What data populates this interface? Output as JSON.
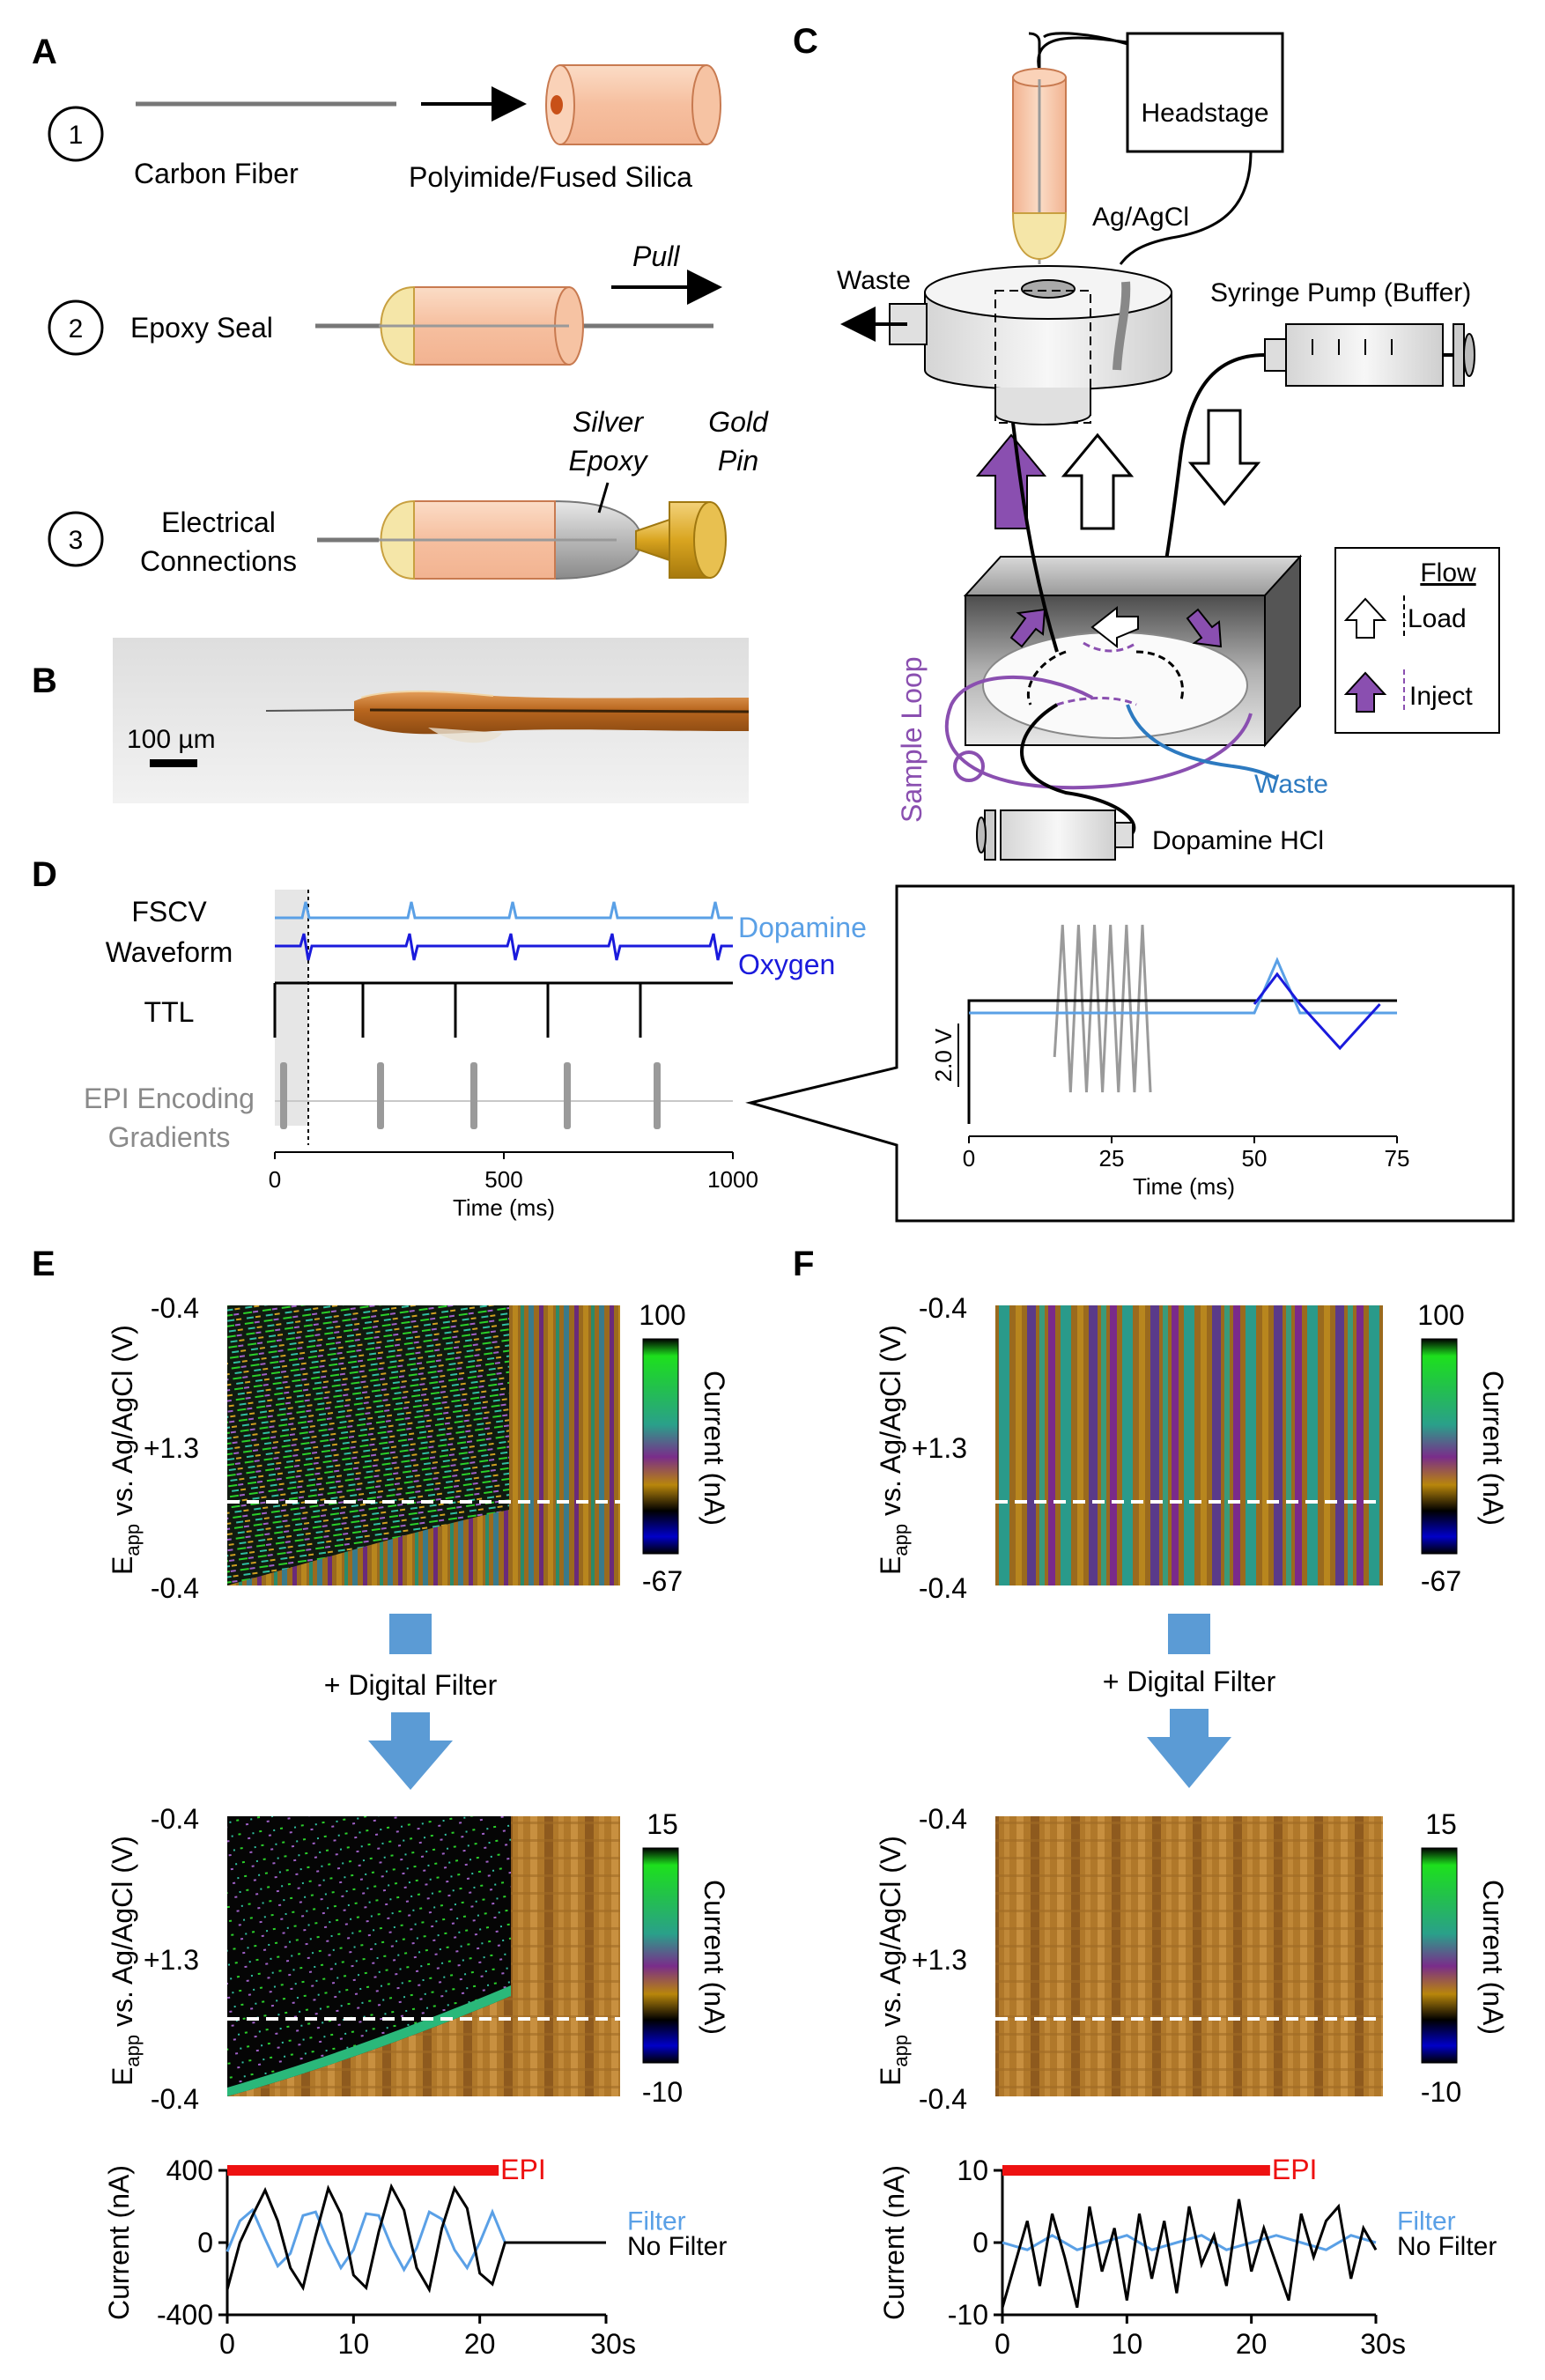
{
  "panels": {
    "A": {
      "label": "A",
      "steps": [
        {
          "number": "1",
          "left": "Carbon Fiber",
          "right": "Polyimide/Fused Silica"
        },
        {
          "number": "2",
          "left": "Epoxy Seal",
          "action": "Pull"
        },
        {
          "number": "3",
          "left_line1": "Electrical",
          "left_line2": "Connections",
          "epoxy_line1": "Silver",
          "epoxy_line2": "Epoxy",
          "pin_line1": "Gold",
          "pin_line2": "Pin"
        }
      ]
    },
    "B": {
      "label": "B",
      "scale_bar": "100 µm"
    },
    "C": {
      "label": "C",
      "headstage": "Headstage",
      "reference": "Ag/AgCl",
      "waste_top": "Waste",
      "syringe_pump": "Syringe Pump (Buffer)",
      "sample_loop": "Sample Loop",
      "waste_bottom": "Waste",
      "dopamine": "Dopamine HCl",
      "legend": {
        "title": "Flow",
        "load": "Load",
        "inject": "Inject"
      }
    },
    "D": {
      "label": "D",
      "row_labels": {
        "fscv_line1": "FSCV",
        "fscv_line2": "Waveform",
        "ttl": "TTL",
        "epi_line1": "EPI Encoding",
        "epi_line2": "Gradients"
      },
      "series_labels": {
        "dopamine": "Dopamine",
        "oxygen": "Oxygen"
      },
      "x_ticks": [
        "0",
        "500",
        "1000"
      ],
      "x_label": "Time (ms)",
      "inset": {
        "x_ticks": [
          "0",
          "25",
          "50",
          "75"
        ],
        "x_label": "Time (ms)",
        "scale_label": "2.0 V"
      }
    },
    "E": {
      "label": "E",
      "top": {
        "y_ticks": [
          "-0.4",
          "+1.3",
          "-0.4"
        ],
        "cbar_max": "100",
        "cbar_min": "-67",
        "cbar_label": "Current (nA)"
      },
      "filter_label": "+ Digital Filter",
      "bottom": {
        "y_ticks": [
          "-0.4",
          "+1.3",
          "-0.4"
        ],
        "cbar_max": "15",
        "cbar_min": "-10",
        "cbar_label": "Current (nA)"
      },
      "y_label": "E",
      "y_label_sub": "app",
      "y_label_rest": " vs. Ag/AgCl (V)"
    },
    "F": {
      "label": "F",
      "top": {
        "y_ticks": [
          "-0.4",
          "+1.3",
          "-0.4"
        ],
        "cbar_max": "100",
        "cbar_min": "-67",
        "cbar_label": "Current (nA)"
      },
      "filter_label": "+ Digital Filter",
      "bottom": {
        "y_ticks": [
          "-0.4",
          "+1.3",
          "-0.4"
        ],
        "cbar_max": "15",
        "cbar_min": "-10",
        "cbar_label": "Current (nA)"
      },
      "y_label": "E",
      "y_label_sub": "app",
      "y_label_rest": " vs. Ag/AgCl (V)"
    }
  },
  "colors": {
    "dopamine": "#5aa0e6",
    "oxygen": "#1a1adc",
    "epi_bar": "#ee1111",
    "tube": "#f6c7a8",
    "tip": "#f5e6a8",
    "gold": "#d9a520",
    "sample_loop": "#8a4fb0",
    "waste_line": "#2d7ac0",
    "heatmap_orange": "#a8711f",
    "arrow_blue": "#5b9bd5"
  },
  "chart_data": [
    {
      "id": "E-trace",
      "type": "line",
      "xlabel": "s",
      "ylabel": "Current (nA)",
      "xlim": [
        0,
        30
      ],
      "ylim": [
        -400,
        400
      ],
      "x_ticks": [
        "0",
        "10",
        "20",
        "30"
      ],
      "y_ticks": [
        "400",
        "0",
        "-400"
      ],
      "annotation": "EPI",
      "epi_interval": [
        0,
        21.5
      ],
      "series": [
        {
          "name": "Filter",
          "x": [
            0,
            1,
            2,
            3,
            4,
            5,
            6,
            7,
            8,
            9,
            10,
            11,
            12,
            13,
            14,
            15,
            16,
            17,
            18,
            19,
            20,
            21,
            22,
            25,
            28,
            30
          ],
          "values": [
            -50,
            120,
            180,
            20,
            -130,
            -60,
            150,
            170,
            0,
            -140,
            -40,
            160,
            150,
            -20,
            -150,
            -30,
            170,
            130,
            -40,
            -140,
            0,
            170,
            0,
            0,
            0,
            0
          ]
        },
        {
          "name": "No Filter",
          "x": [
            0,
            1,
            2,
            3,
            4,
            5,
            6,
            7,
            8,
            9,
            10,
            11,
            12,
            13,
            14,
            15,
            16,
            17,
            18,
            19,
            20,
            21,
            22,
            25,
            28,
            30
          ],
          "values": [
            -260,
            0,
            150,
            290,
            120,
            -140,
            -250,
            40,
            300,
            160,
            -180,
            -250,
            60,
            310,
            180,
            -140,
            -260,
            80,
            300,
            190,
            -170,
            -230,
            0,
            0,
            0,
            0
          ]
        }
      ]
    },
    {
      "id": "F-trace",
      "type": "line",
      "xlabel": "s",
      "ylabel": "Current (nA)",
      "xlim": [
        0,
        30
      ],
      "ylim": [
        -10,
        10
      ],
      "x_ticks": [
        "0",
        "10",
        "20",
        "30"
      ],
      "y_ticks": [
        "10",
        "0",
        "-10"
      ],
      "annotation": "EPI",
      "epi_interval": [
        0,
        21.5
      ],
      "series": [
        {
          "name": "Filter",
          "x": [
            0,
            2,
            4,
            6,
            8,
            10,
            12,
            14,
            16,
            18,
            20,
            22,
            24,
            26,
            28,
            30
          ],
          "values": [
            0,
            -1,
            1,
            -1,
            0,
            1,
            -1,
            0,
            1,
            -1,
            0,
            1,
            0,
            -1,
            1,
            0
          ]
        },
        {
          "name": "No Filter",
          "x": [
            0,
            1,
            2,
            3,
            4,
            5,
            6,
            7,
            8,
            9,
            10,
            11,
            12,
            13,
            14,
            15,
            16,
            17,
            18,
            19,
            20,
            21,
            22,
            23,
            24,
            25,
            26,
            27,
            28,
            29,
            30
          ],
          "values": [
            -9,
            -3,
            3,
            -6,
            4,
            -2,
            -9,
            5,
            -4,
            2,
            -8,
            4,
            -5,
            3,
            -7,
            5,
            -3,
            1,
            -6,
            6,
            -4,
            2,
            -3,
            -8,
            4,
            -2,
            3,
            5,
            -5,
            2,
            -1
          ]
        }
      ]
    }
  ]
}
